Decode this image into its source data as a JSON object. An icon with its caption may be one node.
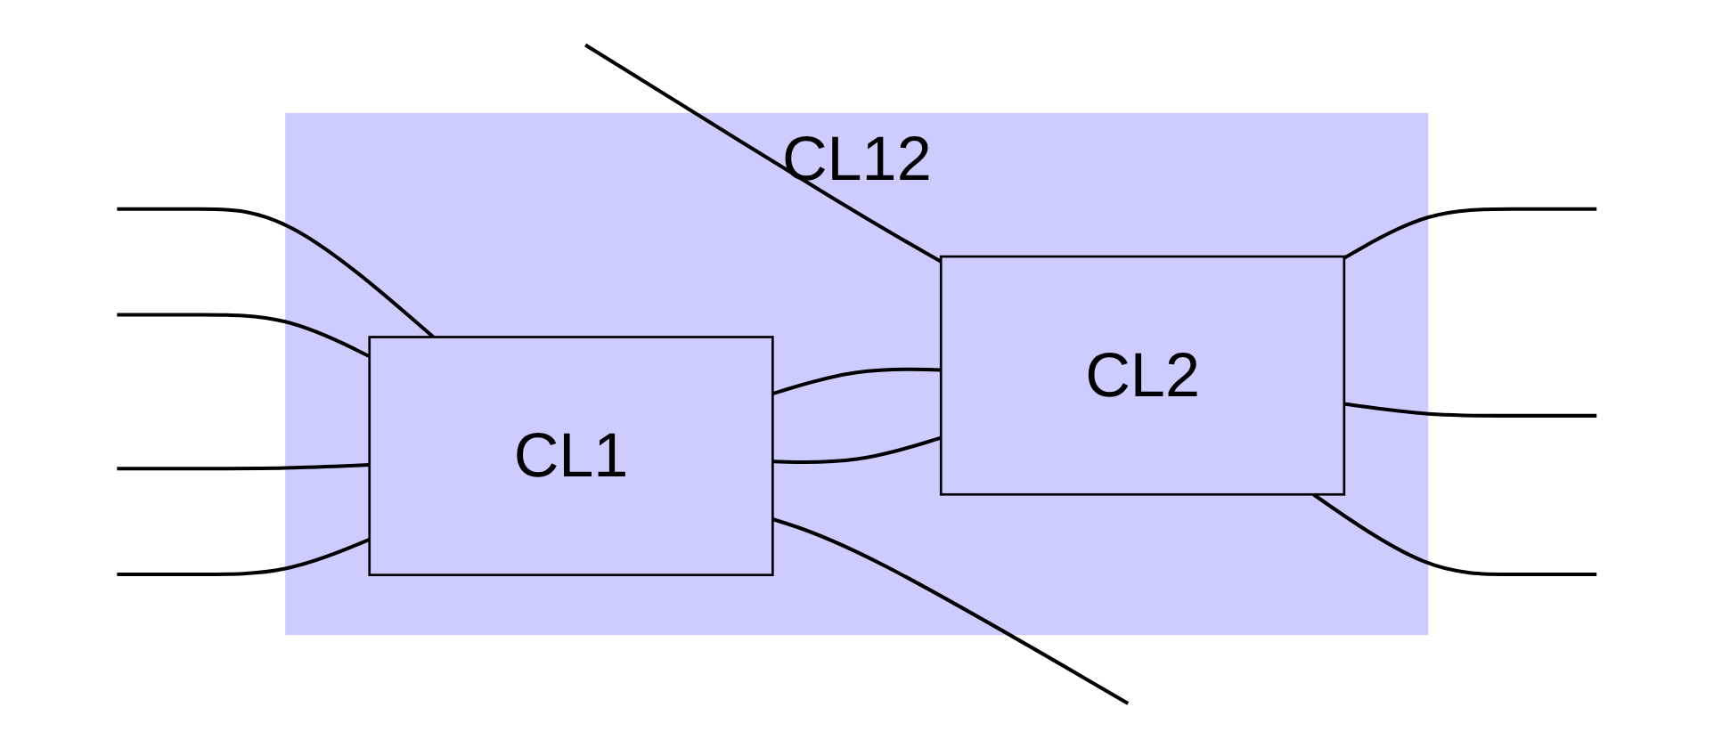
{
  "diagram": {
    "nodes": [
      {
        "text": [
          "CL12"
        ]
      },
      {
        "text": [
          "CL1"
        ],
        "in": 0
      },
      {
        "text": [
          "CL2"
        ],
        "in": 0
      }
    ],
    "edges": [
      {
        "from": null,
        "to": 1,
        "arrow": "none"
      },
      {
        "from": null,
        "to": 1,
        "arrow": "none"
      },
      {
        "from": null,
        "to": 1,
        "arrow": "none"
      },
      {
        "from": null,
        "to": 1,
        "arrow": "none"
      },
      {
        "from": null,
        "to": 2,
        "arrow": "none"
      },
      {
        "from": 1,
        "to": null,
        "arrow": "none"
      },
      {
        "from": 1,
        "to": 2,
        "arrow": "none"
      },
      {
        "from": 1,
        "to": 2,
        "arrow": "none"
      },
      {
        "from": 2,
        "to": null,
        "arrow": "none"
      },
      {
        "from": 2,
        "to": null,
        "arrow": "none"
      },
      {
        "from": 2,
        "to": null,
        "arrow": "none"
      }
    ]
  }
}
